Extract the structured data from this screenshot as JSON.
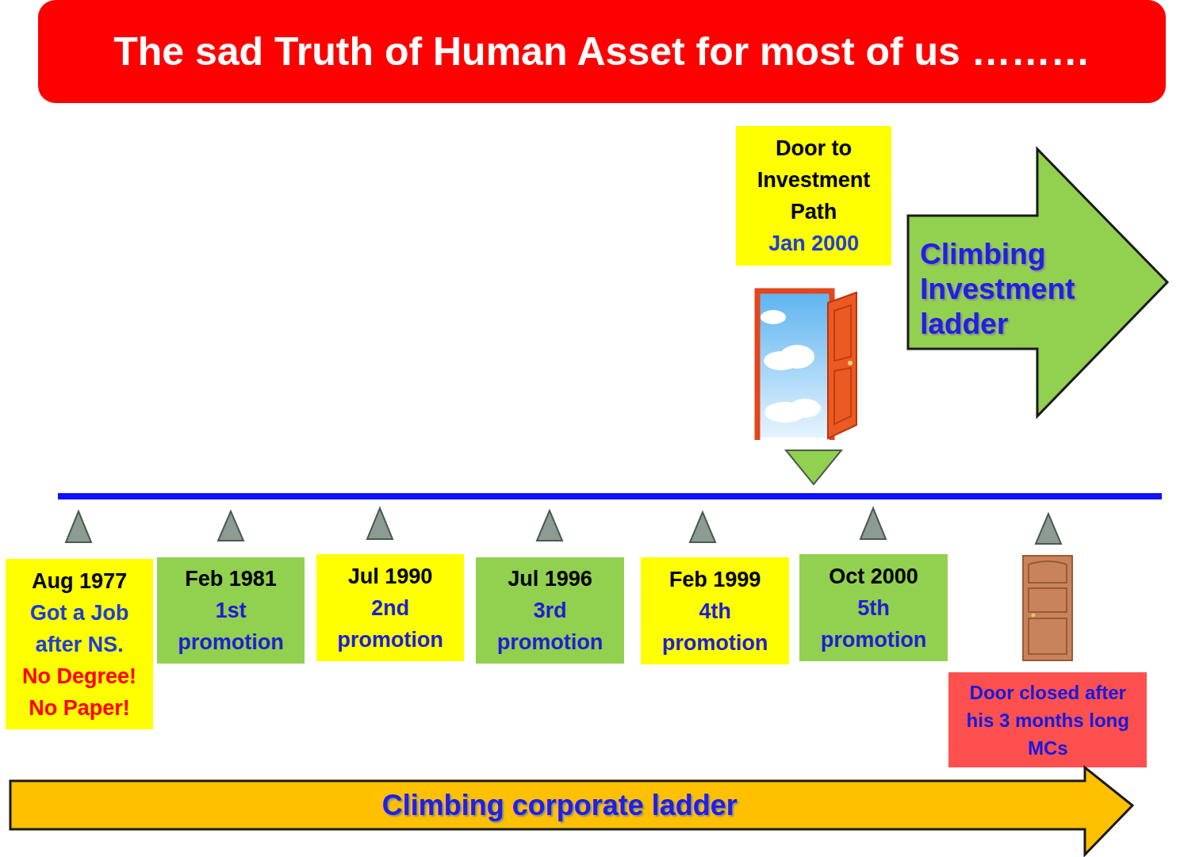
{
  "diagram": {
    "title": "The sad Truth of Human Asset for most of us ………",
    "nodes": [
      {
        "text": [
          "Door to Investment Path",
          "Jan 2000"
        ]
      },
      {
        "text": [
          "Climbing Investment ladder"
        ]
      },
      {
        "text": [
          "Aug 1977",
          "Got a Job after NS.",
          "No Degree! No Paper!"
        ]
      },
      {
        "text": [
          "Feb 1981",
          "1st promotion"
        ]
      },
      {
        "text": [
          "Jul 1990",
          "2nd promotion"
        ]
      },
      {
        "text": [
          "Jul 1996",
          "3rd promotion"
        ]
      },
      {
        "text": [
          "Feb 1999",
          "4th promotion"
        ]
      },
      {
        "text": [
          "Oct 2000",
          "5th promotion"
        ]
      },
      {
        "text": [
          "Door closed after his 3 months long MCs"
        ]
      },
      {
        "text": [
          "Climbing corporate ladder"
        ]
      }
    ]
  }
}
